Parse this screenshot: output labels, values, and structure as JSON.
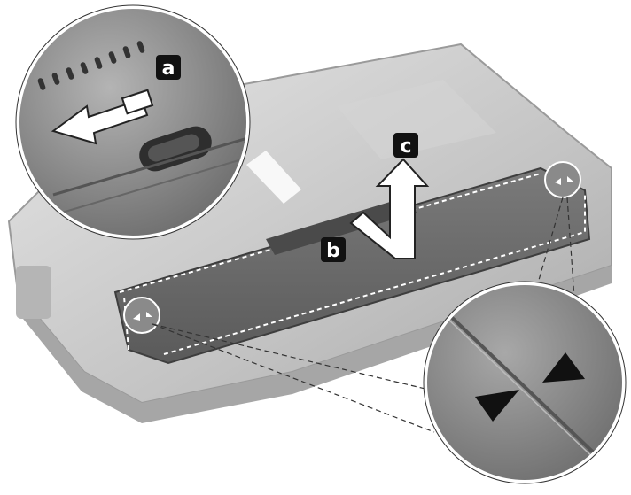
{
  "callouts": [
    {
      "id": "a",
      "label": "a"
    },
    {
      "id": "b",
      "label": "b"
    },
    {
      "id": "c",
      "label": "c"
    }
  ],
  "colors": {
    "laptop_body": "#c8c8c8",
    "laptop_shadow": "#9a9a9a",
    "battery": "#6f6f6f",
    "battery_dark": "#555555",
    "magnifier_fill": "#8a8a8a",
    "label_bg": "#111111",
    "label_text": "#ffffff",
    "dashed_line": "#ffffff"
  },
  "icons": {
    "slide_arrow": "left-arrow-icon",
    "lift_arrow": "up-arrow-icon",
    "alignment_marks": "triangle-icon"
  }
}
